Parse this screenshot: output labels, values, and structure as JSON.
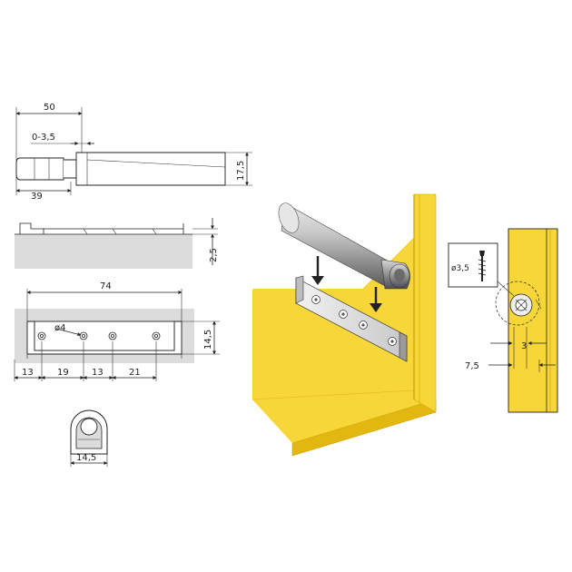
{
  "colors": {
    "wood_yellow": "#f7d63a",
    "wood_edge": "#e2b70f",
    "plate_gray": "#dcdcdc",
    "line": "#222222"
  },
  "side_view": {
    "dim_length": "50",
    "dim_stroke": "0-3,5",
    "dim_body": "39",
    "dim_height": "17,5"
  },
  "rail_view": {
    "dim_thickness": "2,5"
  },
  "plate_view": {
    "dim_length": "74",
    "dim_hole": "ø4",
    "dim_width": "14,5",
    "dim_spacing": [
      "13",
      "19",
      "13",
      "21"
    ]
  },
  "end_view": {
    "dim_width": "14,5"
  },
  "mount_detail": {
    "dim_screw": "ø3,5",
    "dim_offset_3": "3",
    "dim_offset_7_5": "7,5"
  }
}
